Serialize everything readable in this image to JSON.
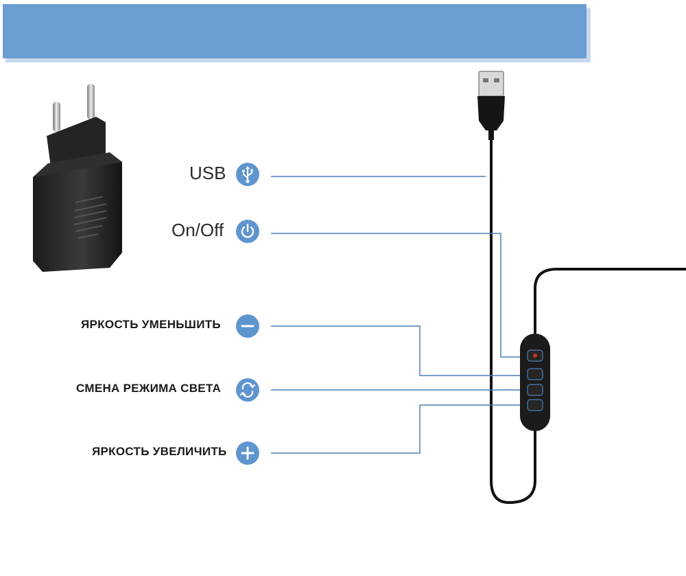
{
  "colors": {
    "banner": "#6b9ed2",
    "accent": "#5f95cf",
    "connector_line": "#4a7fb5",
    "cable": "#111111"
  },
  "labels": {
    "usb": "USB",
    "on_off": "On/Off",
    "brightness_down": "ЯРКОСТЬ УМЕНЬШИТЬ",
    "mode_change": "СМЕНА РЕЖИМА СВЕТА",
    "brightness_up": "ЯРКОСТЬ УВЕЛИЧИТЬ"
  },
  "icons": [
    "usb-icon",
    "power-icon",
    "minus-icon",
    "swap-icon",
    "plus-icon"
  ]
}
